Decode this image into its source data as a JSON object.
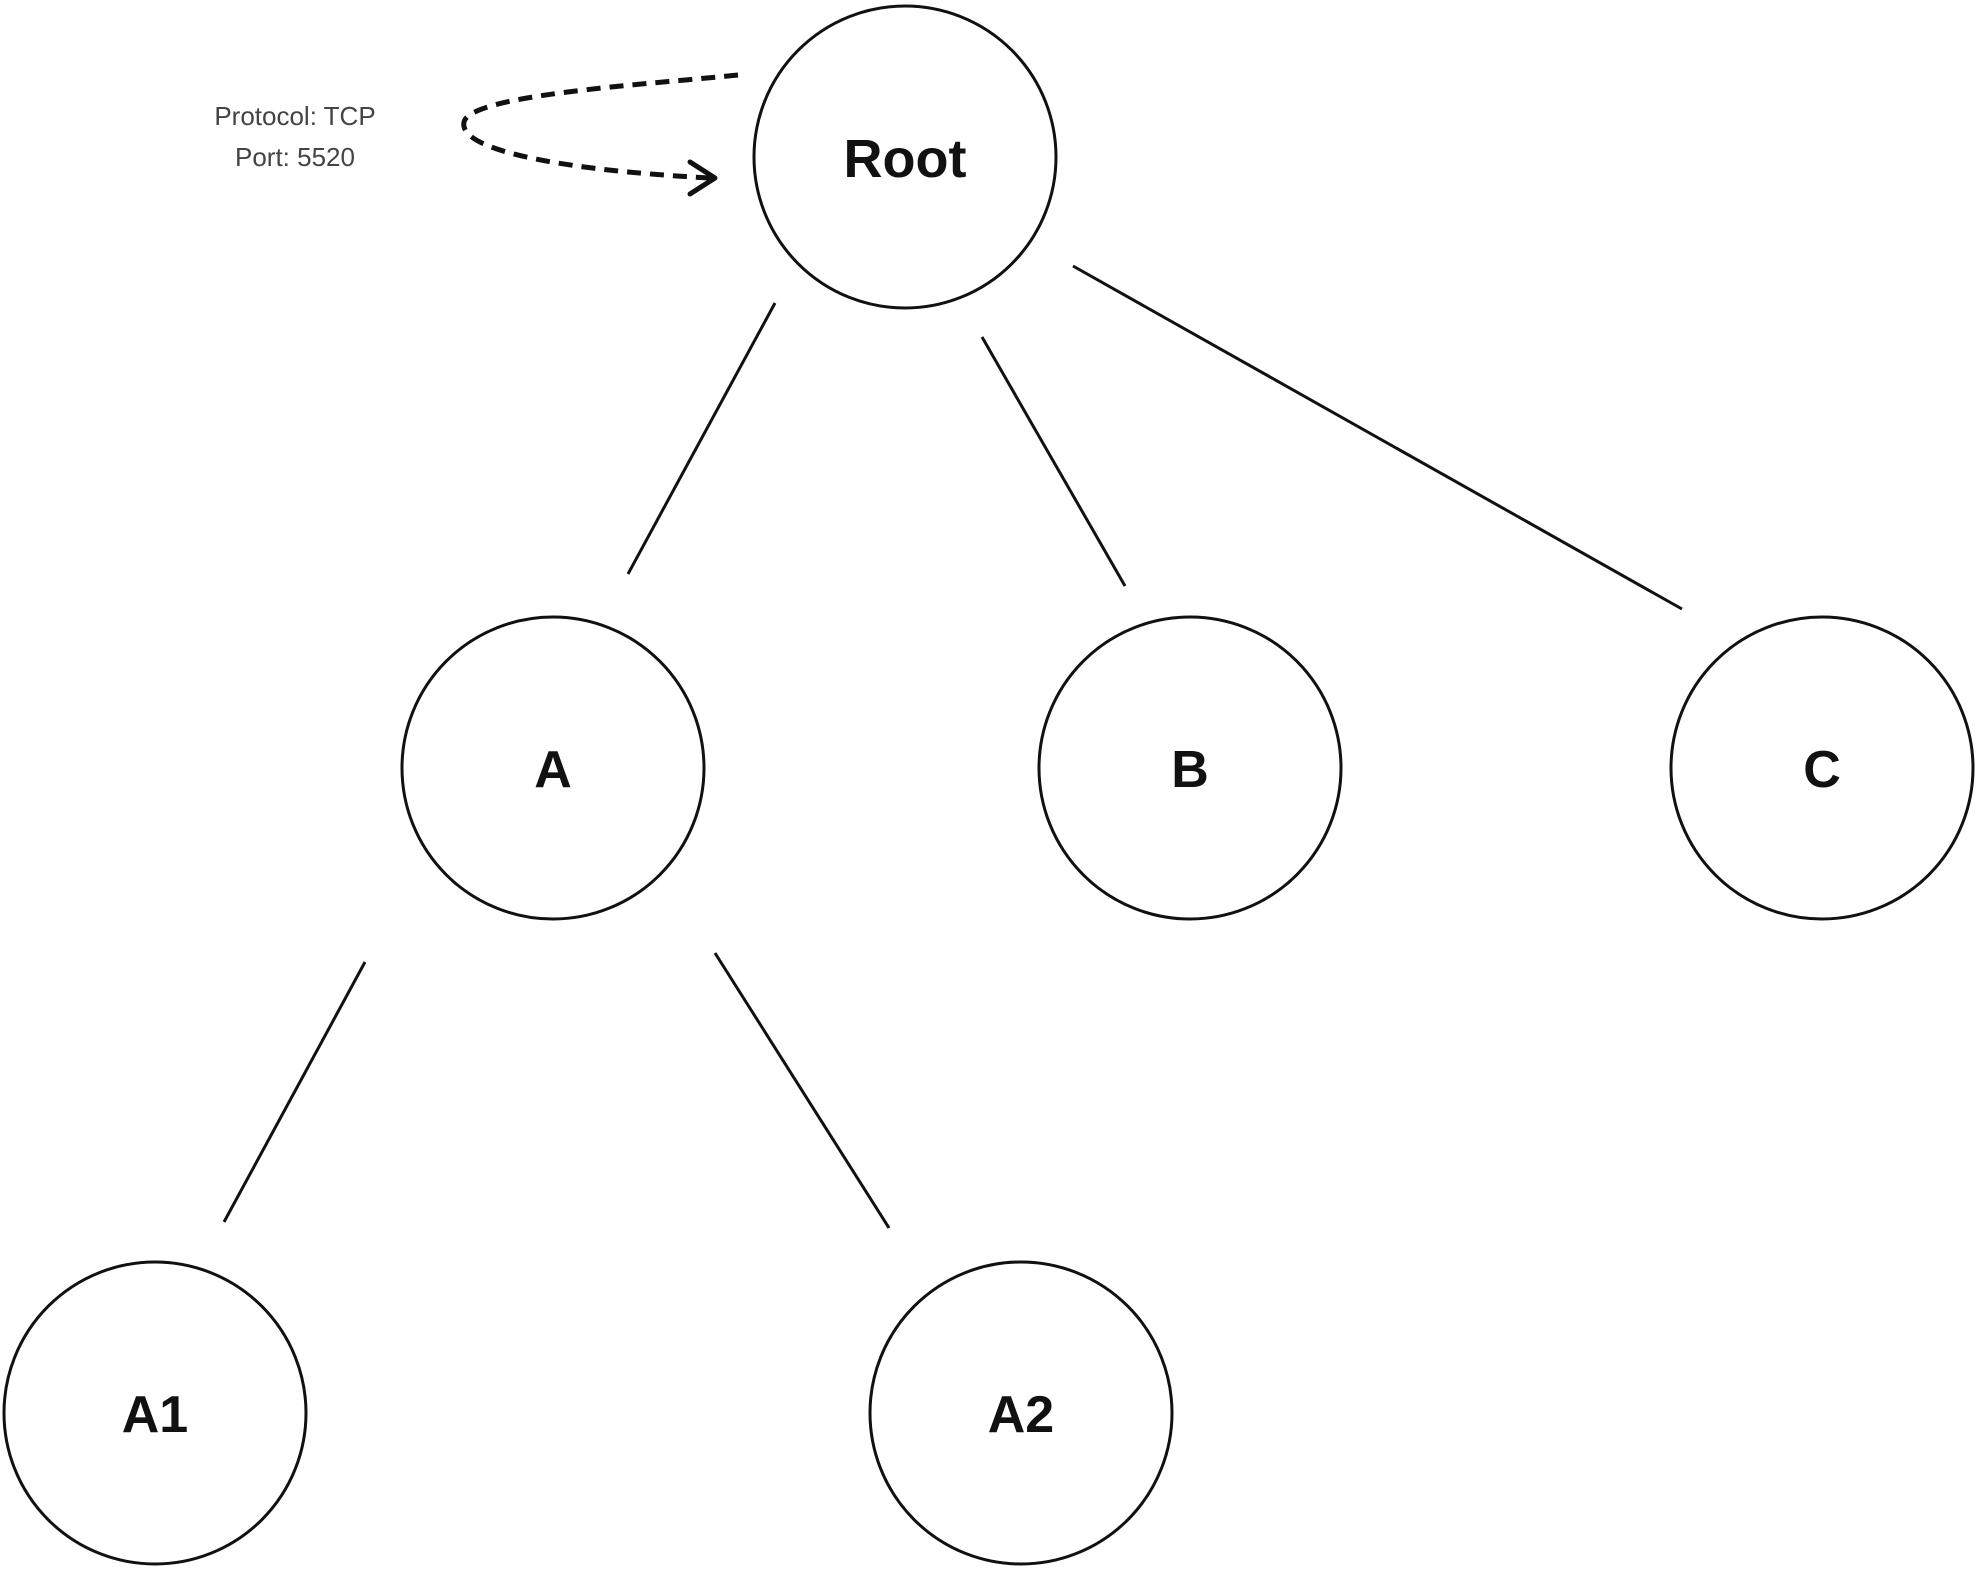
{
  "colors": {
    "stroke": "#111111",
    "annotation_text": "#444444",
    "background": "#ffffff"
  },
  "annotation": {
    "line1": "Protocol: TCP",
    "line2": "Port: 5520"
  },
  "nodes": {
    "root": "Root",
    "a": "A",
    "b": "B",
    "c": "C",
    "a1": "A1",
    "a2": "A2"
  },
  "edges": [
    {
      "from": "Root",
      "to": "A"
    },
    {
      "from": "Root",
      "to": "B"
    },
    {
      "from": "Root",
      "to": "C"
    },
    {
      "from": "A",
      "to": "A1"
    },
    {
      "from": "A",
      "to": "A2"
    }
  ]
}
